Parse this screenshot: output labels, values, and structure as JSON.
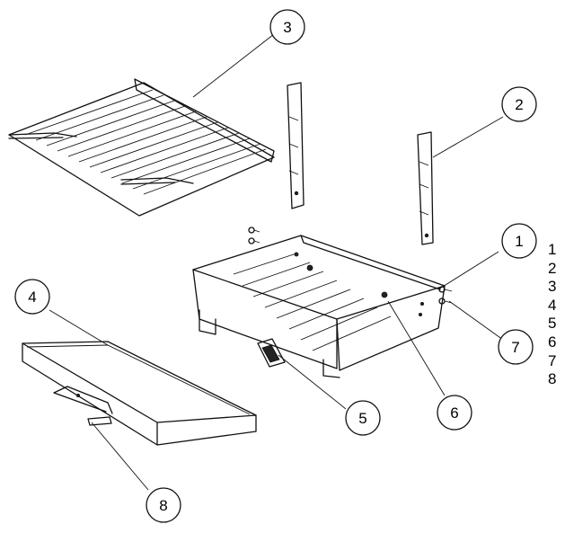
{
  "callouts": [
    {
      "number": "1"
    },
    {
      "number": "2"
    },
    {
      "number": "3"
    },
    {
      "number": "4"
    },
    {
      "number": "5"
    },
    {
      "number": "6"
    },
    {
      "number": "7"
    },
    {
      "number": "8"
    }
  ],
  "legend": {
    "items": [
      "1",
      "2",
      "3",
      "4",
      "5",
      "6",
      "7",
      "8"
    ]
  }
}
